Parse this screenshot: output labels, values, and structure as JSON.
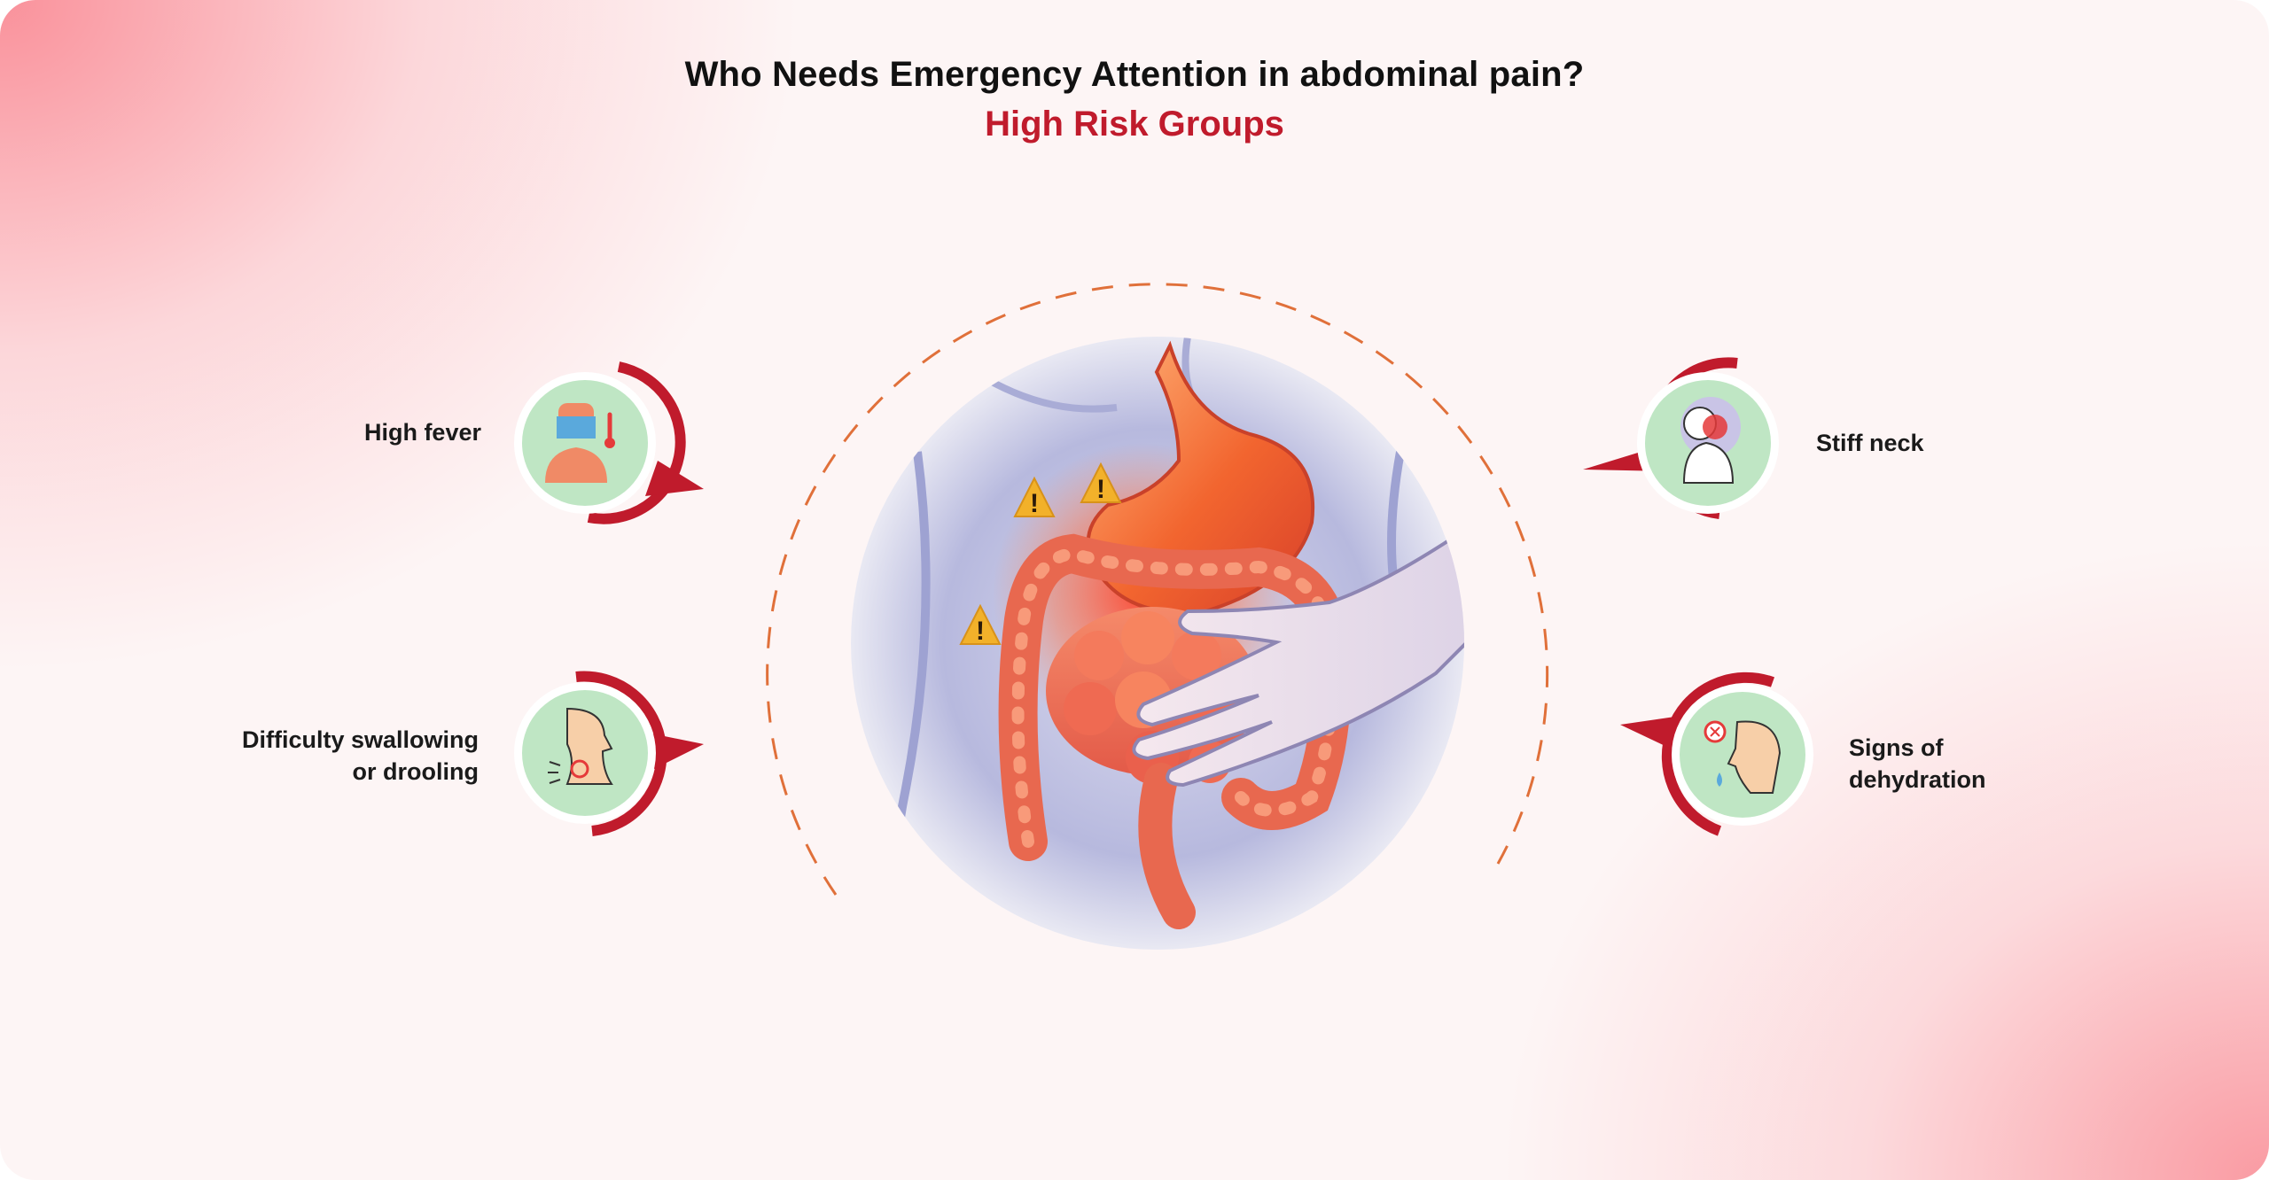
{
  "title": "Who Needs Emergency Attention in abdominal pain?",
  "subtitle": "High Risk Groups",
  "risk_groups": [
    {
      "label": "High fever",
      "icon": "fever-thermometer-icon"
    },
    {
      "label": "Difficulty swallowing or drooling",
      "line1": "Difficulty swallowing",
      "line2": "or drooling",
      "icon": "throat-pain-icon"
    },
    {
      "label": "Stiff neck",
      "icon": "stiff-neck-icon"
    },
    {
      "label": "Signs of dehydration",
      "line1": "Signs of",
      "line2": "dehydration",
      "icon": "dehydration-icon"
    }
  ],
  "warning_symbol": "!",
  "colors": {
    "accent": "#c01b2c",
    "icon_bg": "#bfe6c4",
    "title": "#111111",
    "dashed_ring": "#e0703a"
  }
}
